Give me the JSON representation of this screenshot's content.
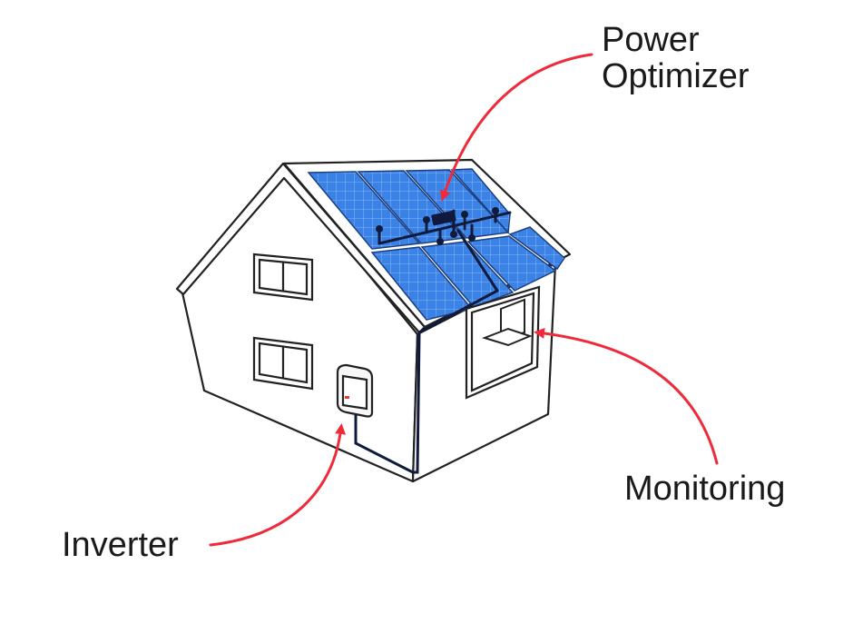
{
  "labels": {
    "power_optimizer_line1": "Power",
    "power_optimizer_line2": "Optimizer",
    "monitoring": "Monitoring",
    "inverter": "Inverter"
  },
  "colors": {
    "arrow": "#ee2b3a",
    "panel": "#3b82e6",
    "panel_dark": "#2c6fcf",
    "panel_grid": "#9cc4f6",
    "wiring": "#0f1a3c",
    "outline": "#222222"
  },
  "icons": {
    "house": "house-illustration",
    "solar_array": "solar-panels",
    "optimizer": "power-optimizer-box",
    "inverter": "inverter-box",
    "laptop": "laptop-icon"
  }
}
